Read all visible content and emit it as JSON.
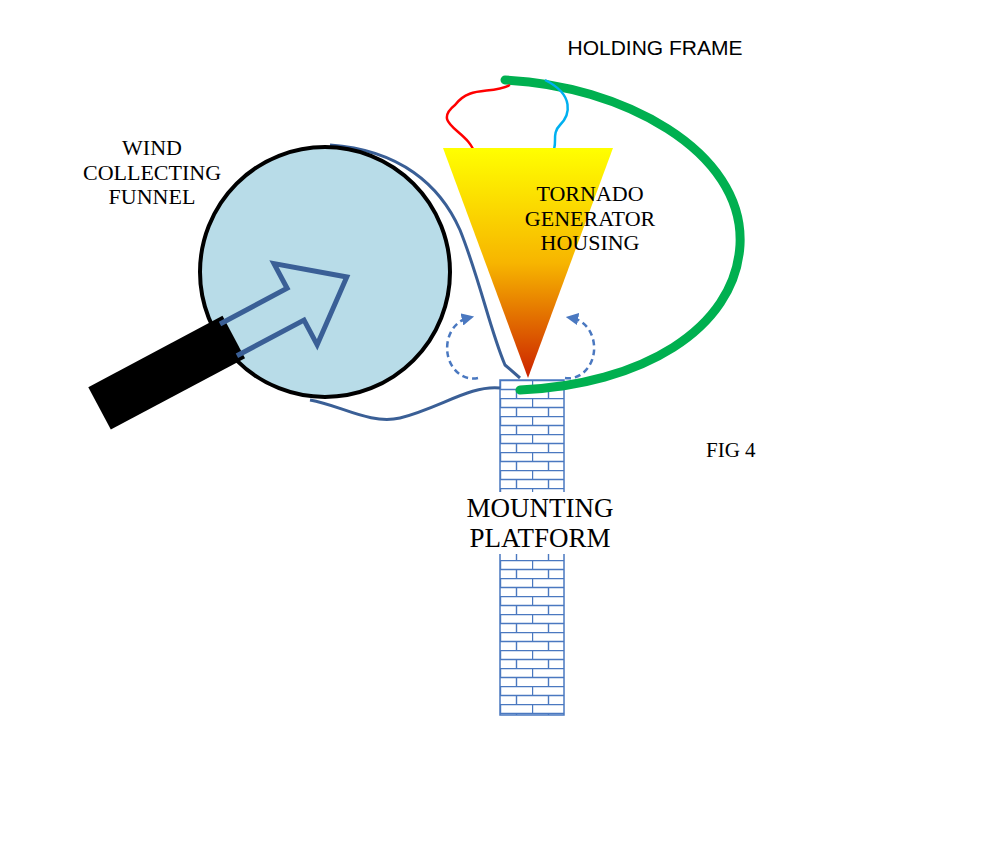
{
  "diagram": {
    "nodes": [
      {
        "text": [
          "HOLDING FRAME"
        ]
      },
      {
        "text": [
          "WIND COLLECTING FUNNEL"
        ]
      },
      {
        "text": [
          "TORNADO GENERATOR HOUSING"
        ]
      },
      {
        "text": [
          "MOUNTING PLATFORM"
        ]
      }
    ],
    "labels": [
      "FIG 4"
    ]
  }
}
